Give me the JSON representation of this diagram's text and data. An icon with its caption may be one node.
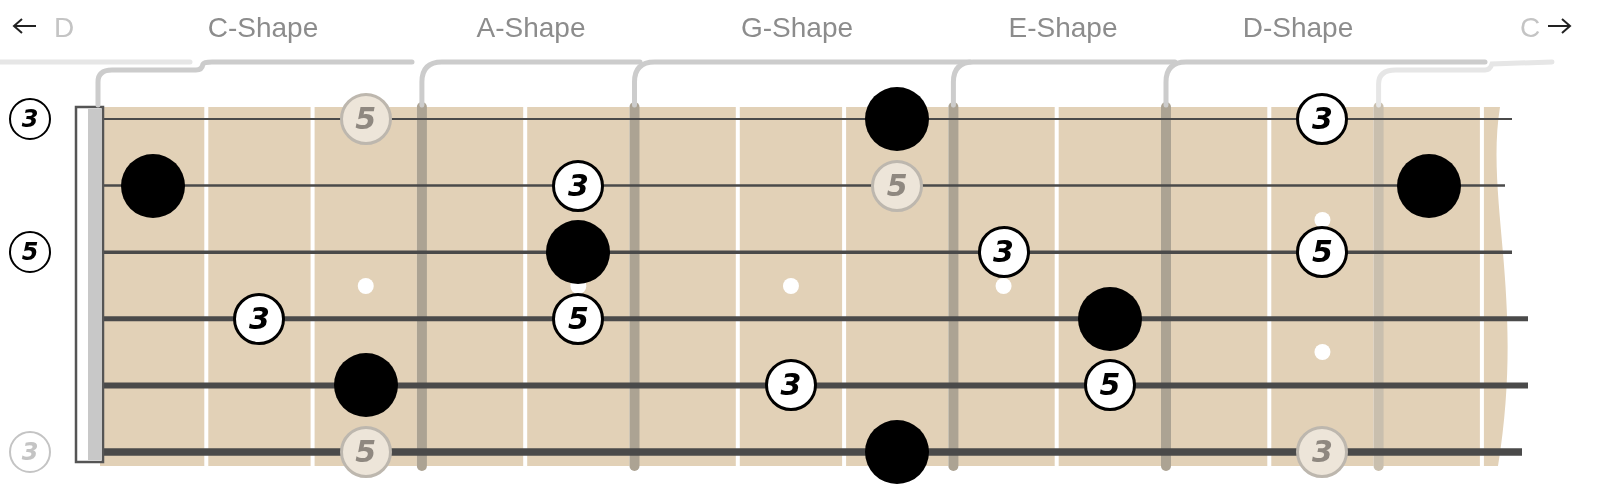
{
  "diagram": {
    "nodes": [
      {
        "text": [
          "3"
        ]
      },
      {
        "text": [
          "5"
        ]
      },
      {
        "text": [],
        "shape": "circle"
      },
      {
        "text": [
          "3"
        ]
      },
      {
        "text": [],
        "shape": "circle"
      },
      {
        "text": [
          "3"
        ]
      },
      {
        "text": [
          "5"
        ]
      },
      {
        "text": [],
        "shape": "circle"
      },
      {
        "text": [
          "5"
        ]
      },
      {
        "text": [],
        "shape": "circle"
      },
      {
        "text": [
          "3"
        ]
      },
      {
        "text": [
          "5"
        ]
      },
      {
        "text": [
          "3"
        ]
      },
      {
        "text": [
          "5"
        ]
      },
      {
        "text": [],
        "shape": "circle"
      },
      {
        "text": [],
        "shape": "circle"
      },
      {
        "text": [
          "3"
        ]
      },
      {
        "text": [
          "5"
        ]
      },
      {
        "text": [
          "3"
        ]
      },
      {
        "text": [
          "5"
        ]
      },
      {
        "text": [],
        "shape": "circle"
      },
      {
        "text": [
          "3"
        ]
      }
    ],
    "labels": [
      "D",
      "C-Shape",
      "A-Shape",
      "G-Shape",
      "E-Shape",
      "D-Shape",
      "C"
    ]
  }
}
